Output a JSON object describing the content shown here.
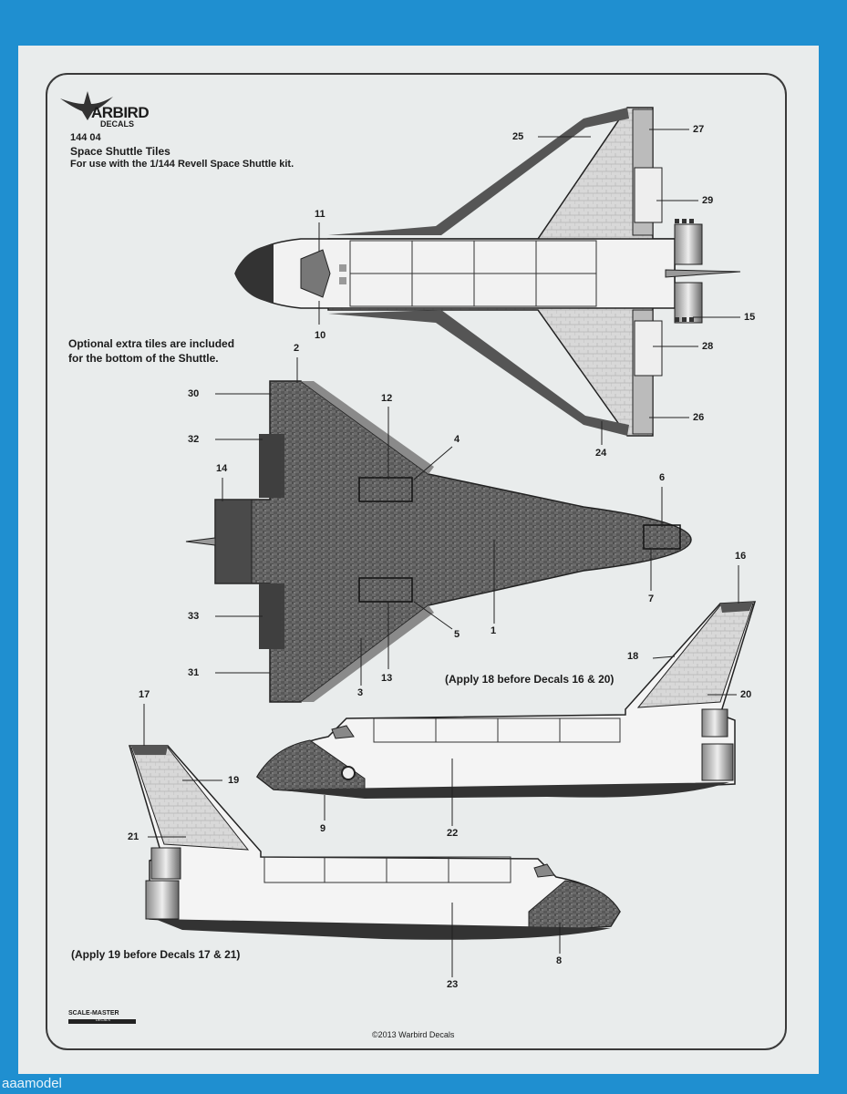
{
  "brand": {
    "name": "ARBIRD",
    "sub": "DECALS"
  },
  "sheet": {
    "code": "144 04",
    "title": "Space Shuttle Tiles",
    "subtitle": "For use with the 1/144 Revell Space Shuttle kit.",
    "note_line1": "Optional extra tiles are included",
    "note_line2": "for the bottom of the Shuttle.",
    "apply_18": "(Apply 18 before Decals 16 & 20)",
    "apply_19": "(Apply 19 before Decals 17 & 21)",
    "copyright": "©2013 Warbird Decals",
    "scale_master": "SCALE-MASTER",
    "scale_master_sub": "DECALS"
  },
  "callouts": {
    "n1": "1",
    "n2": "2",
    "n3": "3",
    "n4": "4",
    "n5": "5",
    "n6": "6",
    "n7": "7",
    "n8": "8",
    "n9": "9",
    "n10": "10",
    "n11": "11",
    "n12": "12",
    "n13": "13",
    "n14": "14",
    "n15": "15",
    "n16": "16",
    "n17": "17",
    "n18": "18",
    "n19": "19",
    "n20": "20",
    "n21": "21",
    "n22": "22",
    "n23": "23",
    "n24": "24",
    "n25": "25",
    "n26": "26",
    "n27": "27",
    "n28": "28",
    "n29": "29",
    "n30": "30",
    "n31": "31",
    "n32": "32",
    "n33": "33"
  },
  "watermark": "aaamodel",
  "colors": {
    "background": "#1f8fd0",
    "sheet": "#e9ecec",
    "tile_dark": "#5a5a5a",
    "tile_light": "#cfcfcf"
  }
}
